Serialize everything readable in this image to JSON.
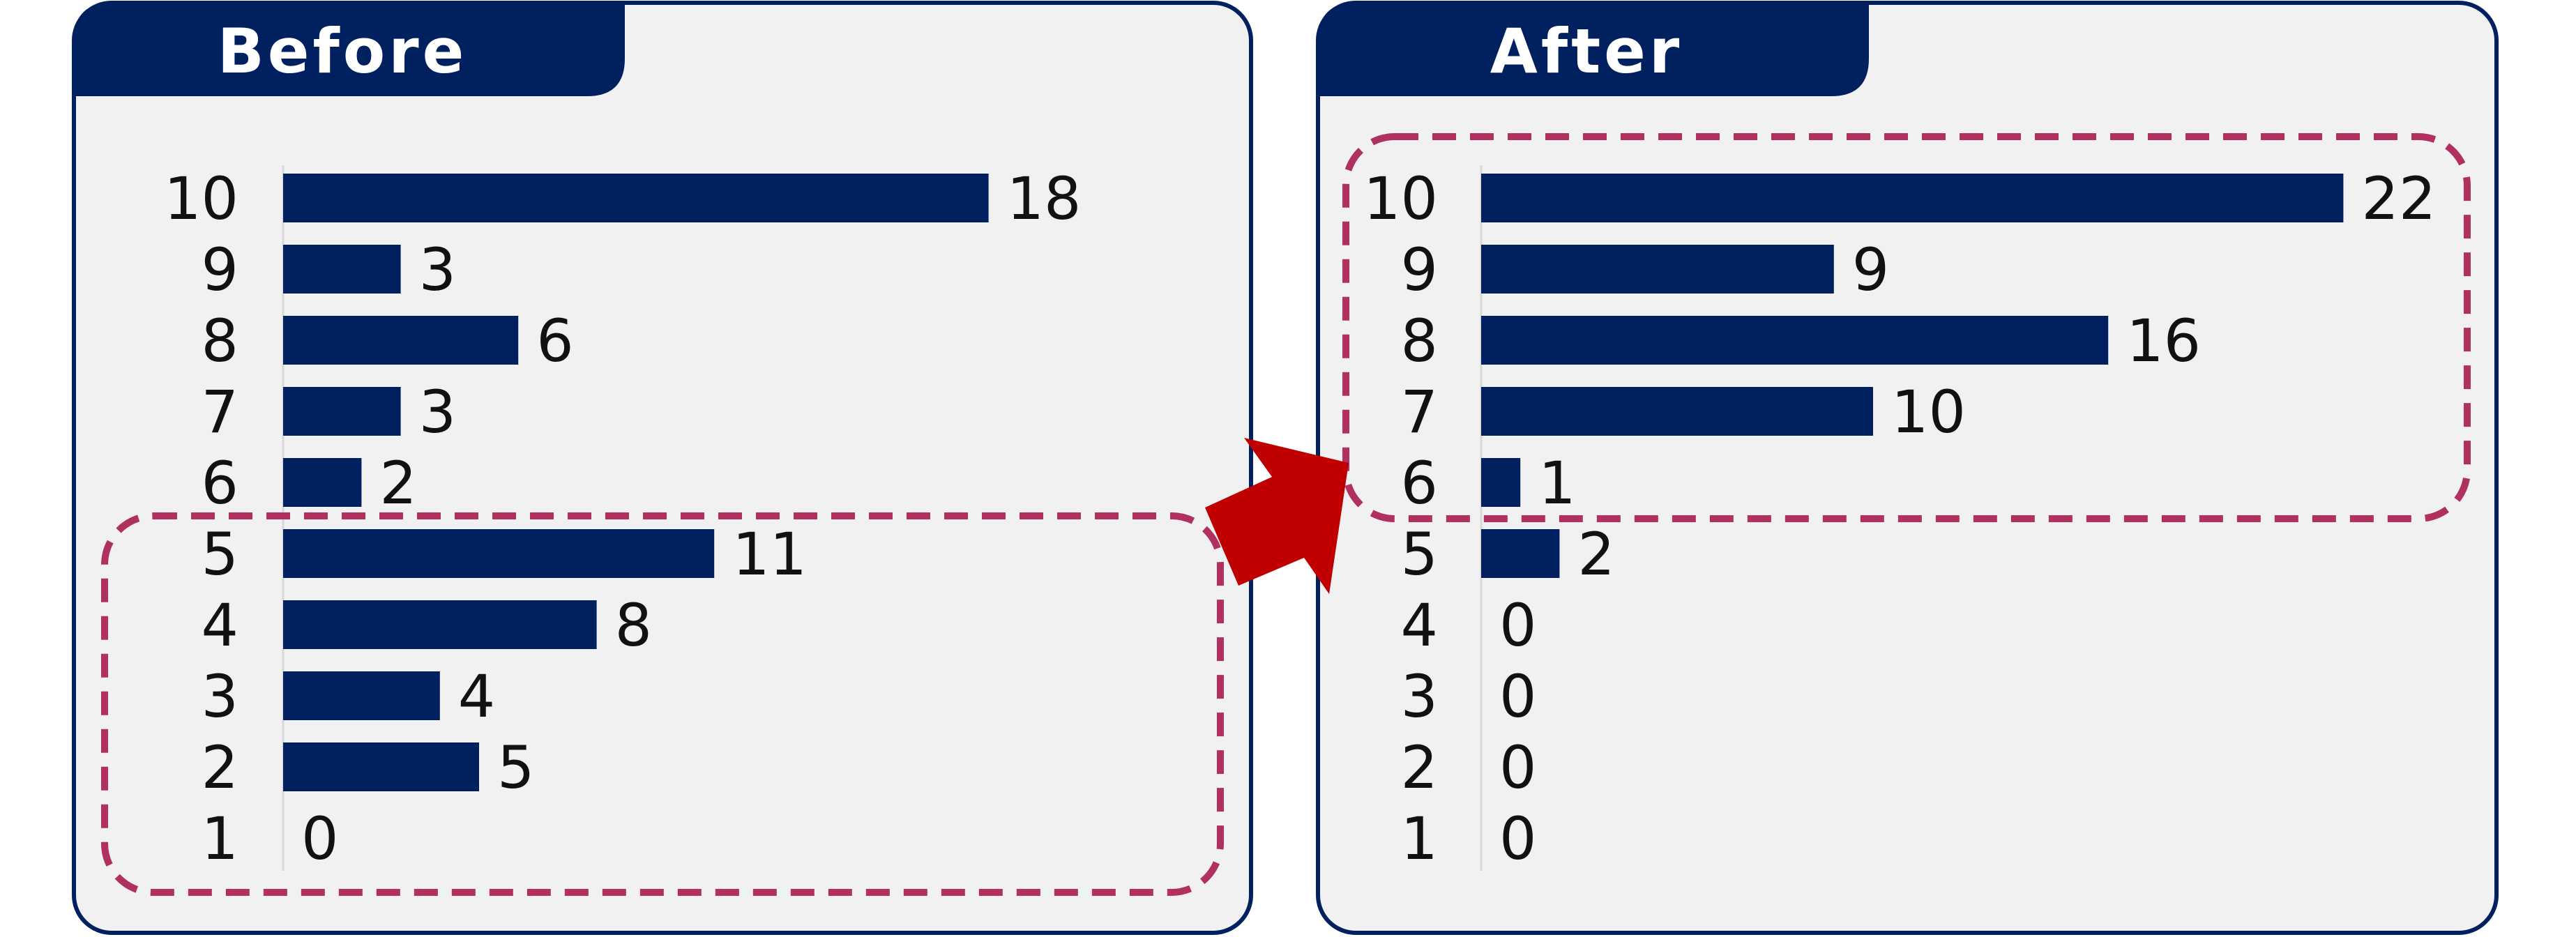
{
  "colors": {
    "bar": "#002060",
    "frame": "#002060",
    "panel_bg": "#f1f1f2",
    "highlight": "#b03060",
    "arrow": "#c00000"
  },
  "chart_data": [
    {
      "type": "bar",
      "orientation": "horizontal",
      "title": "Before",
      "categories": [
        "10",
        "9",
        "8",
        "7",
        "6",
        "5",
        "4",
        "3",
        "2",
        "1"
      ],
      "values": [
        18,
        3,
        6,
        3,
        2,
        11,
        8,
        4,
        5,
        0
      ],
      "xlim": [
        0,
        22
      ],
      "grid": false,
      "highlighted_categories": [
        "5",
        "4",
        "3",
        "2",
        "1"
      ]
    },
    {
      "type": "bar",
      "orientation": "horizontal",
      "title": "After",
      "categories": [
        "10",
        "9",
        "8",
        "7",
        "6",
        "5",
        "4",
        "3",
        "2",
        "1"
      ],
      "values": [
        22,
        9,
        16,
        10,
        1,
        2,
        0,
        0,
        0,
        0
      ],
      "xlim": [
        0,
        22
      ],
      "grid": false,
      "highlighted_categories": [
        "10",
        "9",
        "8",
        "7",
        "6"
      ]
    }
  ]
}
